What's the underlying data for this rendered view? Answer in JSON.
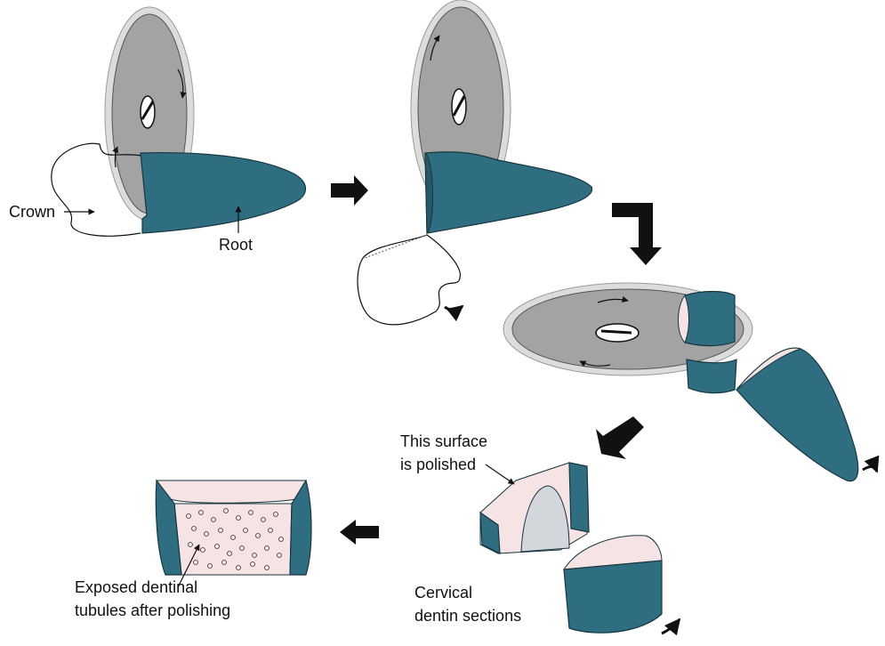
{
  "labels": {
    "crown": "Crown",
    "root": "Root",
    "polished_line1": "This surface",
    "polished_line2": "is polished",
    "cervical_line1": "Cervical",
    "cervical_line2": "dentin sections",
    "tubules_line1": "Exposed dentinal",
    "tubules_line2": "tubules after polishing"
  },
  "colors": {
    "tooth": "#2f6e80",
    "disc": "#a3a3a3",
    "polished_surface": "#f6e3e3"
  }
}
